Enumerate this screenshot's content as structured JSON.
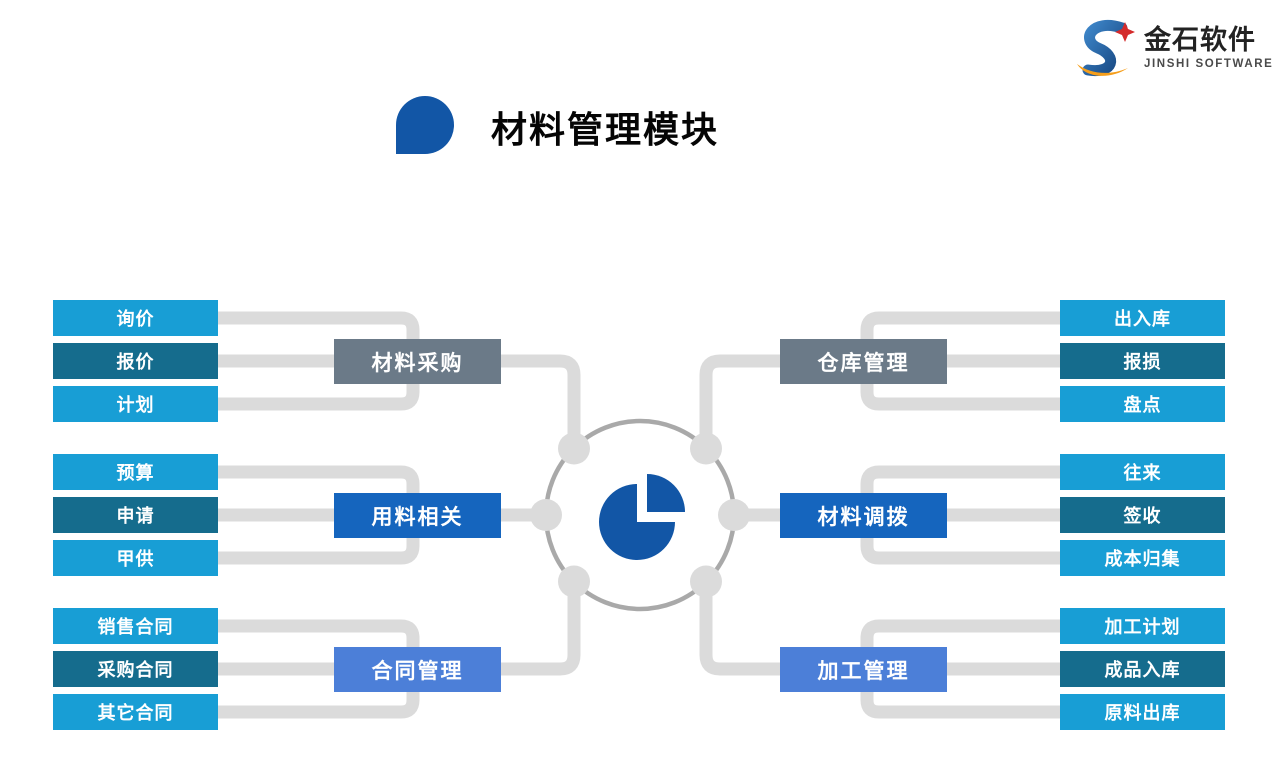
{
  "page": {
    "title": "材料管理模块",
    "title_icon": "drop-icon"
  },
  "logo": {
    "company": "金石软件",
    "subtitle": "JINSHI SOFTWARE",
    "icon": "jinshi-s-logo"
  },
  "hub": {
    "icon": "pie-chart-icon"
  },
  "colors": {
    "item_light": "#189ED5",
    "item_dark": "#156C8D",
    "branch_gray": "#6B7A88",
    "branch_blue": "#1565BE",
    "branch_soft_blue": "#4C7FD8",
    "pie_blue": "#1256A6",
    "title_icon_blue": "#1256A6",
    "connector": "#DBDBDB",
    "hub_ring": "#A9A9A9",
    "logo_orange": "#F59E1B",
    "logo_red": "#D42B2B"
  },
  "groups": [
    {
      "label": "材料采购",
      "side": "left",
      "position": "top",
      "style": "gray",
      "items": [
        "询价",
        "报价",
        "计划"
      ]
    },
    {
      "label": "用料相关",
      "side": "left",
      "position": "middle",
      "style": "blue",
      "items": [
        "预算",
        "申请",
        "甲供"
      ]
    },
    {
      "label": "合同管理",
      "side": "left",
      "position": "bottom",
      "style": "soft_blue",
      "items": [
        "销售合同",
        "采购合同",
        "其它合同"
      ]
    },
    {
      "label": "仓库管理",
      "side": "right",
      "position": "top",
      "style": "gray",
      "items": [
        "出入库",
        "报损",
        "盘点"
      ]
    },
    {
      "label": "材料调拨",
      "side": "right",
      "position": "middle",
      "style": "blue",
      "items": [
        "往来",
        "签收",
        "成本归集"
      ]
    },
    {
      "label": "加工管理",
      "side": "right",
      "position": "bottom",
      "style": "soft_blue",
      "items": [
        "加工计划",
        "成品入库",
        "原料出库"
      ]
    }
  ]
}
